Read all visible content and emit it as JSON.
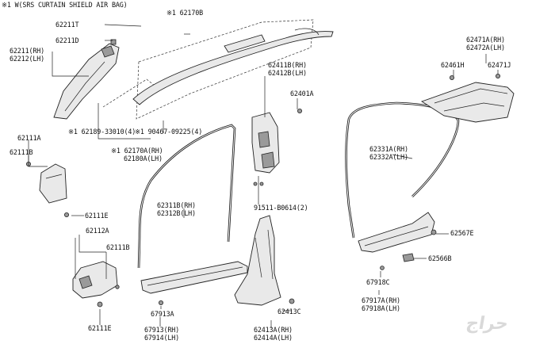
{
  "note_top": "※1 W(SRS CURTAIN SHIELD AIR BAG)",
  "labels": {
    "p62211T": "62211T",
    "p62211D": "62211D",
    "p62211": "62211(RH)",
    "p62212": "62212(LH)",
    "p62170B": "※1 62170B",
    "p62189": "※1 62189-33010(4)",
    "p90467": "※1 90467-09225(4)",
    "p62170A": "※1 62170A(RH)",
    "p62180A": "62180A(LH)",
    "p62111A": "62111A",
    "p62111B_top": "62111B",
    "p62111E_top": "62111E",
    "p62112A": "62112A",
    "p62111B_low": "62111B",
    "p62111E_low": "62111E",
    "p62411B": "62411B(RH)",
    "p62412B": "62412B(LH)",
    "p62401A": "62401A",
    "p91511": "91511-B0614(2)",
    "p62311B": "62311B(RH)",
    "p62312B": "62312B(LH)",
    "p67913A": "67913A",
    "p67913": "67913(RH)",
    "p67914": "67914(LH)",
    "p62413C": "62413C",
    "p62413A": "62413A(RH)",
    "p62414A": "62414A(LH)",
    "p62471A": "62471A(RH)",
    "p62472A": "62472A(LH)",
    "p62461H": "62461H",
    "p62471J": "62471J",
    "p62331A": "62331A(RH)",
    "p62332A": "62332A(LH)",
    "p62567E": "62567E",
    "p62566B": "62566B",
    "p67918C": "67918C",
    "p67917A": "67917A(RH)",
    "p67918A": "67918A(LH)"
  },
  "watermark": "حراج"
}
